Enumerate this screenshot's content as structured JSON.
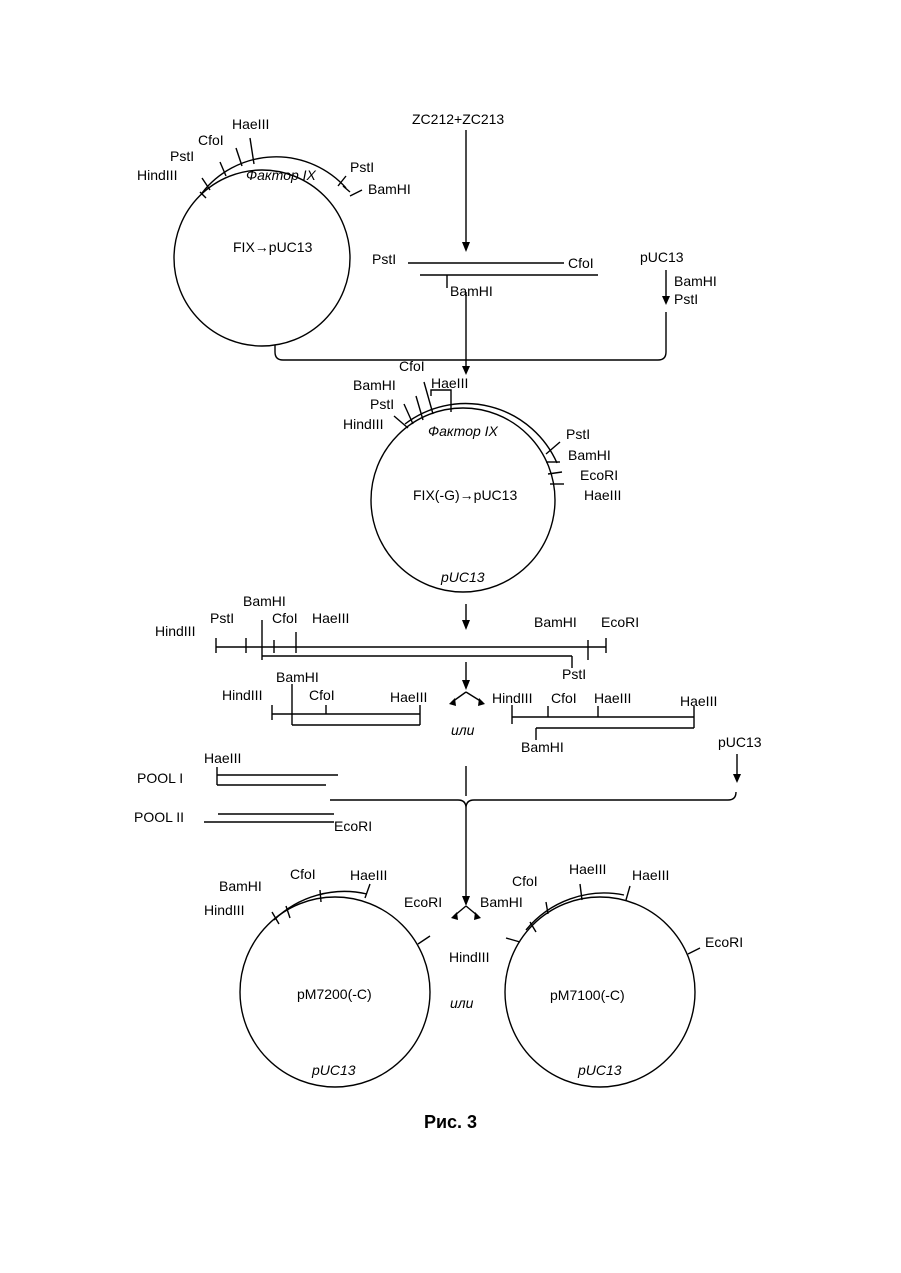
{
  "top": {
    "primers": "ZC212+ZC213",
    "plasmid1": {
      "name": "FIX→pUC13",
      "insert": "Фактор IX",
      "sites": {
        "hind3": "HindIII",
        "pst1_a": "PstI",
        "cfo1": "CfoI",
        "hae3": "HaeIII",
        "pst1_b": "PstI",
        "bamh1": "BamHI"
      }
    },
    "fragment": {
      "left": "PstI",
      "right": "CfoI",
      "below": "BamHI"
    },
    "vector": {
      "name": "pUC13",
      "enzyme1": "BamHI",
      "enzyme2": "PstI"
    }
  },
  "plasmid2": {
    "name": "FIX(-G)→pUC13",
    "insert": "Фактор IX",
    "backbone": "pUC13",
    "sites": {
      "cfo1": "CfoI",
      "bamh1_a": "BamHI",
      "hae3_a": "HaeIII",
      "pst1_a": "PstI",
      "hind3": "HindIII",
      "pst1_b": "PstI",
      "bamh1_b": "BamHI",
      "ecor1": "EcoRI",
      "hae3_b": "HaeIII"
    }
  },
  "linear": {
    "hind3": "HindIII",
    "pst1": "PstI",
    "bamh1": "BamHI",
    "cfo1": "CfoI",
    "hae3": "HaeIII",
    "bamh1_r": "BamHI",
    "ecor1": "EcoRI",
    "pst1_r": "PstI"
  },
  "products": {
    "left": {
      "hind3": "HindIII",
      "bamh1": "BamHI",
      "cfo1": "CfoI",
      "hae3": "HaeIII"
    },
    "or": "или",
    "right": {
      "hind3": "HindIII",
      "cfo1": "CfoI",
      "hae3_a": "HaeIII",
      "hae3_b": "HaeIII",
      "bamh1": "BamHI"
    }
  },
  "pools": {
    "pool1": "POOL I",
    "pool1_site": "HaeIII",
    "pool2": "POOL II",
    "pool2_site": "EcoRI",
    "vector": "pUC13"
  },
  "final": {
    "or": "или",
    "left": {
      "name": "pM7200(-C)",
      "backbone": "pUC13",
      "bamh1": "BamHI",
      "hind3": "HindIII",
      "cfo1": "CfoI",
      "hae3": "HaeIII",
      "ecor1": "EcoRI"
    },
    "right": {
      "name": "pM7100(-C)",
      "backbone": "pUC13",
      "bamh1": "BamHI",
      "hind3": "HindIII",
      "cfo1": "CfoI",
      "hae3_a": "HaeIII",
      "hae3_b": "HaeIII",
      "ecor1": "EcoRI"
    }
  },
  "caption": "Рис. 3"
}
